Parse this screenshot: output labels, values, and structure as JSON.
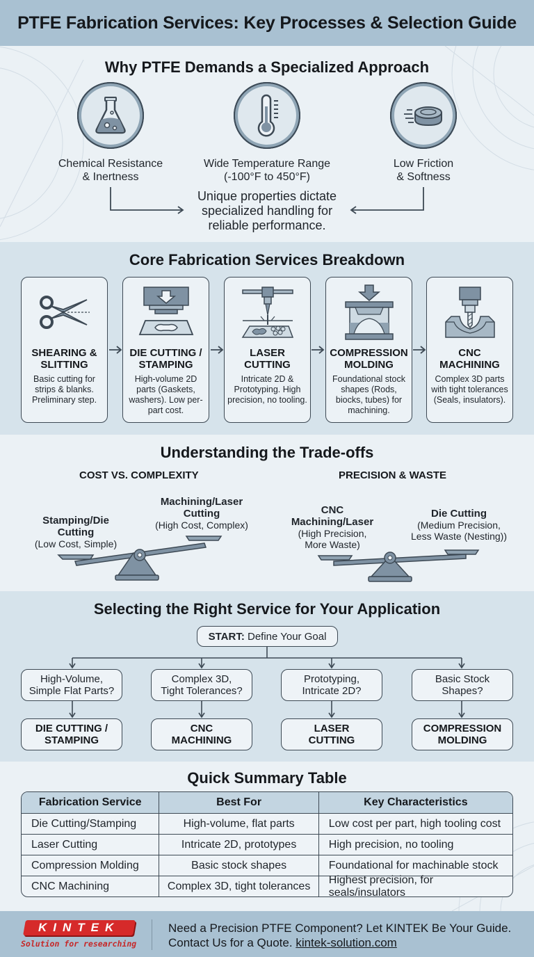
{
  "header": {
    "title": "PTFE Fabrication Services: Key Processes & Selection Guide"
  },
  "why": {
    "title": "Why PTFE Demands a Specialized Approach",
    "properties": [
      {
        "icon": "flask-icon",
        "line1": "Chemical Resistance",
        "line2": "& Inertness"
      },
      {
        "icon": "thermometer-icon",
        "line1": "Wide Temperature Range",
        "line2": "(-100°F to 450°F)"
      },
      {
        "icon": "puck-icon",
        "line1": "Low Friction",
        "line2": "& Softness"
      }
    ],
    "conclusion": "Unique properties dictate specialized handling for reliable performance."
  },
  "core": {
    "title": "Core Fabrication Services Breakdown",
    "services": [
      {
        "icon": "scissors-icon",
        "name1": "SHEARING &",
        "name2": "SLITTING",
        "desc": "Basic cutting for strips & blanks. Preliminary step."
      },
      {
        "icon": "die-press-icon",
        "name1": "DIE CUTTING /",
        "name2": "STAMPING",
        "desc": "High-volume 2D parts (Gaskets, washers). Low per-part cost."
      },
      {
        "icon": "laser-icon",
        "name1": "LASER",
        "name2": "CUTTING",
        "desc": "Intricate 2D & Prototyping. High precision, no tooling."
      },
      {
        "icon": "mold-press-icon",
        "name1": "COMPRESSION",
        "name2": "MOLDING",
        "desc": "Foundational stock shapes (Rods, biocks, tubes) for machining."
      },
      {
        "icon": "cnc-mill-icon",
        "name1": "CNC",
        "name2": "MACHINING",
        "desc": "Complex 3D parts with tight tolerances (Seals, insulators)."
      }
    ]
  },
  "tradeoffs": {
    "title": "Understanding the Trade-offs",
    "cost": {
      "title": "COST VS. COMPLEXITY",
      "left_bold1": "Stamping/Die",
      "left_bold2": "Cutting",
      "left_note": "(Low Cost, Simple)",
      "right_bold1": "Machining/Laser",
      "right_bold2": "Cutting",
      "right_note": "(High Cost, Complex)"
    },
    "precision": {
      "title": "PRECISION & WASTE",
      "left_bold1": "CNC",
      "left_bold2": "Machining/Laser",
      "left_note1": "(High Precision,",
      "left_note2": "More Waste)",
      "right_bold1": "Die Cutting",
      "right_note1": "(Medium Precision,",
      "right_note2": "Less Waste (Nesting))"
    }
  },
  "selecting": {
    "title": "Selecting the Right Service for Your Application",
    "start_bold": "START:",
    "start_text": " Define Your Goal",
    "branches": [
      {
        "question1": "High-Volume,",
        "question2": "Simple Flat Parts?",
        "result1": "DIE CUTTING /",
        "result2": "STAMPING"
      },
      {
        "question1": "Complex 3D,",
        "question2": "Tight Tolerances?",
        "result1": "CNC",
        "result2": "MACHINING"
      },
      {
        "question1": "Prototyping,",
        "question2": "Intricate 2D?",
        "result1": "LASER",
        "result2": "CUTTING"
      },
      {
        "question1": "Basic Stock",
        "question2": "Shapes?",
        "result1": "COMPRESSION",
        "result2": "MOLDING"
      }
    ]
  },
  "summary": {
    "title": "Quick Summary Table",
    "columns": [
      "Fabrication Service",
      "Best For",
      "Key Characteristics"
    ],
    "rows": [
      [
        "Die Cutting/Stamping",
        "High-volume, flat parts",
        "Low cost per part, high tooling cost"
      ],
      [
        "Laser Cutting",
        "Intricate 2D, prototypes",
        "High precision, no tooling"
      ],
      [
        "Compression Molding",
        "Basic stock shapes",
        "Foundational for machinable stock"
      ],
      [
        "CNC Machining",
        "Complex 3D, tight tolerances",
        "Highest precision, for seals/insulators"
      ]
    ]
  },
  "footer": {
    "logo_text": "KINTEK",
    "tagline": "Solution for researching",
    "line1": "Need a Precision PTFE Component? Let KINTEK Be Your Guide.",
    "line2_prefix": "Contact Us for a Quote. ",
    "link": "kintek-solution.com"
  },
  "colors": {
    "header_band": "#a9c1d2",
    "section_light": "#ebf1f5",
    "section_mid": "#d6e3eb",
    "icon_fill": "#7f92a3",
    "outline": "#3d4954",
    "brand_red": "#d62a2a"
  }
}
